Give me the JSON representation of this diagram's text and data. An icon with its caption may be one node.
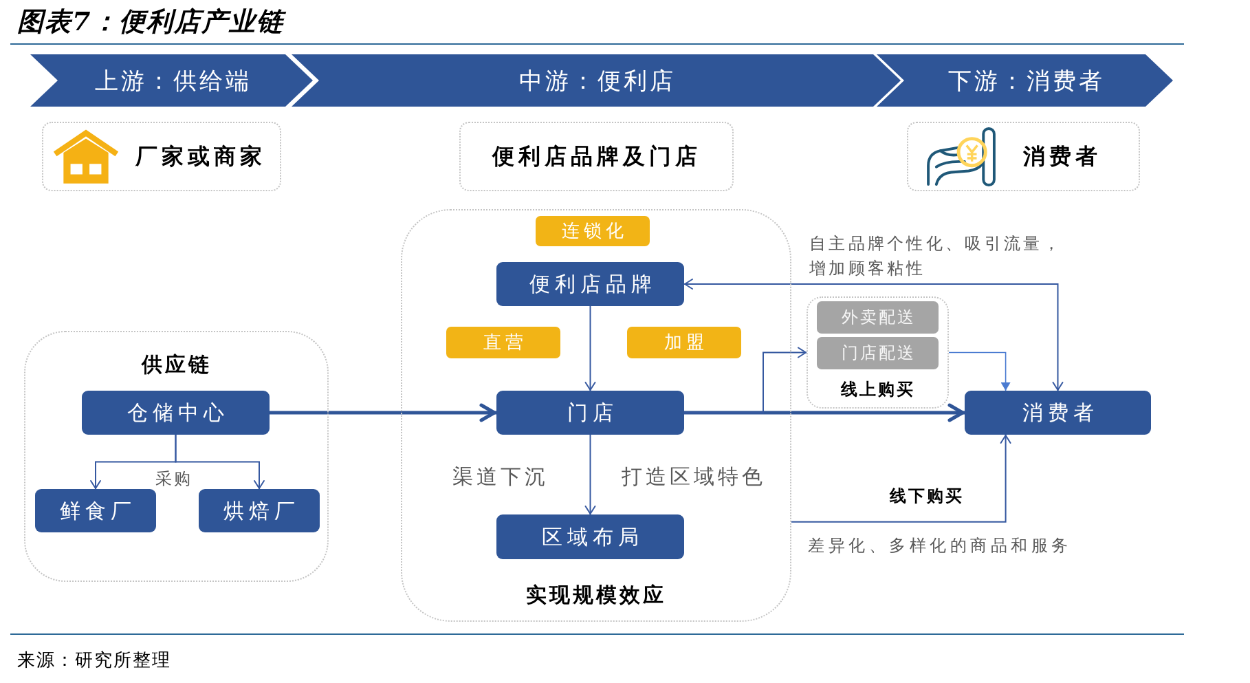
{
  "diagram": {
    "title": "图表7：便利店产业链",
    "caption": "来源：研究所整理",
    "nodes": [
      {
        "text": [
          "上游：供给端"
        ]
      },
      {
        "text": [
          "中游：便利店"
        ]
      },
      {
        "text": [
          "下游：消费者"
        ]
      },
      {
        "text": [
          "厂家或商家"
        ]
      },
      {
        "text": [
          "便利店品牌及门店"
        ]
      },
      {
        "text": [
          "消费者"
        ]
      },
      {
        "text": [
          "供应链"
        ]
      },
      {
        "text": [
          "仓储中心"
        ],
        "in": 6
      },
      {
        "text": [
          "鲜食厂"
        ],
        "in": 6
      },
      {
        "text": [
          "烘焙厂"
        ],
        "in": 6
      },
      {
        "text": [
          "实现规模效应"
        ]
      },
      {
        "text": [
          "连锁化"
        ],
        "in": 10
      },
      {
        "text": [
          "便利店品牌"
        ],
        "in": 10
      },
      {
        "text": [
          "直营"
        ],
        "in": 10
      },
      {
        "text": [
          "加盟"
        ],
        "in": 10
      },
      {
        "text": [
          "门店"
        ],
        "in": 10
      },
      {
        "text": [
          "区域布局"
        ],
        "in": 10
      },
      {
        "text": [
          "线上购买"
        ]
      },
      {
        "text": [
          "外卖配送"
        ],
        "in": 17
      },
      {
        "text": [
          "门店配送"
        ],
        "in": 17
      },
      {
        "text": [
          "消费者"
        ]
      }
    ],
    "edges": [
      {
        "from": 7,
        "to": 8,
        "arrow": "to"
      },
      {
        "from": 7,
        "to": 9,
        "arrow": "to"
      },
      {
        "from": 7,
        "to": 15,
        "arrow": "to",
        "style": "thick"
      },
      {
        "from": 12,
        "to": 15,
        "arrow": "to"
      },
      {
        "from": 15,
        "to": 16,
        "arrow": "to"
      },
      {
        "from": 15,
        "to": 20,
        "arrow": "to",
        "style": "thick"
      },
      {
        "from": 15,
        "to": 17,
        "arrow": "to"
      },
      {
        "from": 17,
        "to": 20,
        "arrow": "to",
        "color": "#4a7bd1"
      },
      {
        "from": 20,
        "to": 12,
        "arrow": "both",
        "label": "自主品牌个性化、吸引流量，增加顾客粘性"
      },
      {
        "from": 10,
        "to": 20,
        "arrow": "to",
        "label": "线下购买"
      }
    ],
    "labels": [
      "采购",
      "渠道下沉",
      "打造区域特色",
      "差异化、多样化的商品和服务"
    ]
  }
}
